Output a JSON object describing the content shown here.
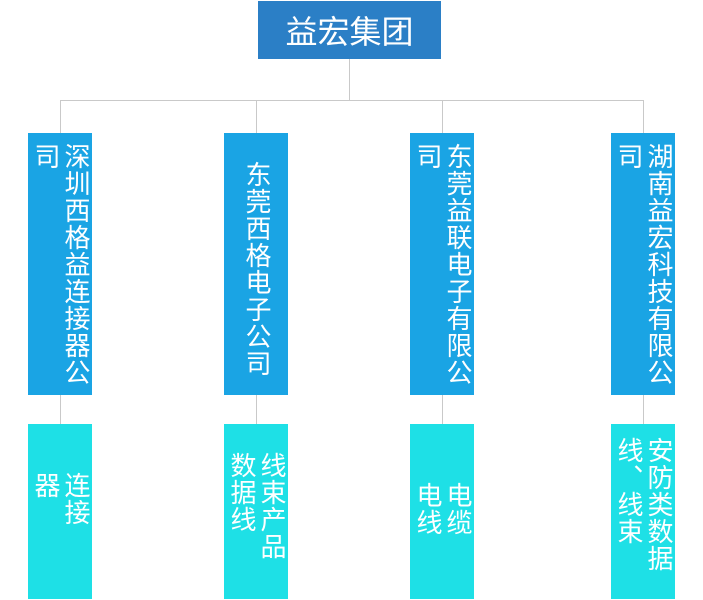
{
  "root": {
    "label": "益宏集团"
  },
  "companies": [
    {
      "name": "深圳西格益连接器公司",
      "product": "连接器"
    },
    {
      "name": "东莞西格电子公司",
      "product": "线束产品数据线"
    },
    {
      "name": "东莞益联电子有限公司",
      "product": "电缆电线"
    },
    {
      "name": "湖南益宏科技有限公司",
      "product": "安防类数据线、线束"
    }
  ],
  "colors": {
    "root": "#2b7fc6",
    "company": "#1aa4e4",
    "product": "#1ee0e6",
    "connector": "#c9c9c9"
  }
}
